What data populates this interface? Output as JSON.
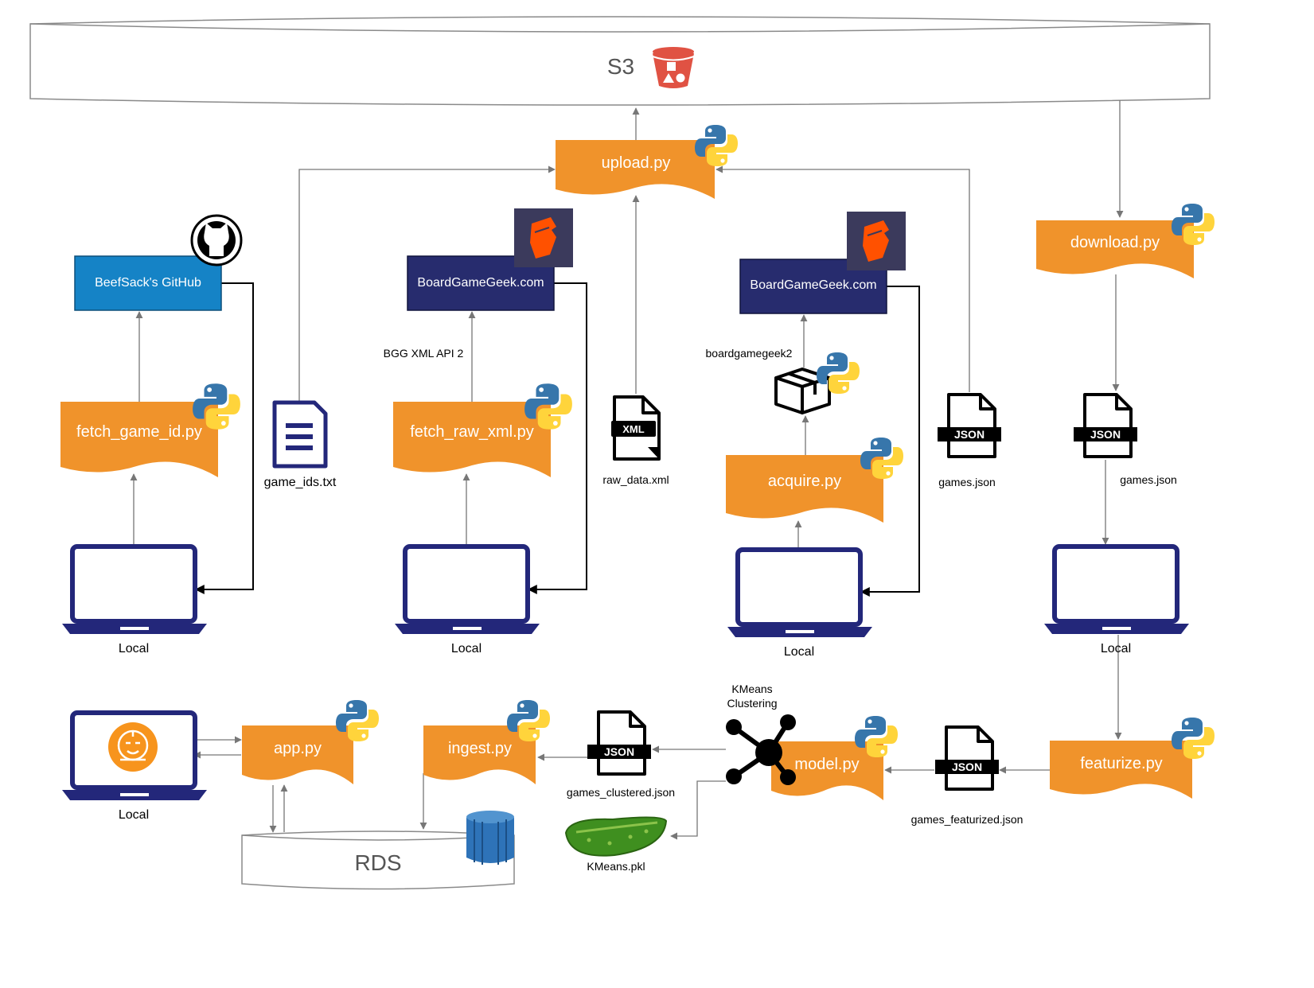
{
  "storage": {
    "s3_label": "S3",
    "rds_label": "RDS"
  },
  "scripts": {
    "upload": "upload.py",
    "download": "download.py",
    "fetch_game_id": "fetch_game_id.py",
    "fetch_raw_xml": "fetch_raw_xml.py",
    "acquire": "acquire.py",
    "app": "app.py",
    "ingest": "ingest.py",
    "model": "model.py",
    "featurize": "featurize.py"
  },
  "sources": {
    "github": "BeefSack's GitHub",
    "bgg_1": "BoardGameGeek.com",
    "bgg_2": "BoardGameGeek.com"
  },
  "edge_labels": {
    "bgg_xml_api": "BGG XML API 2",
    "boardgamegeek2": "boardgamegeek2",
    "kmeans": "KMeans",
    "clustering": "Clustering"
  },
  "files": {
    "game_ids": "game_ids.txt",
    "raw_data": "raw_data.xml",
    "games_json_1": "games.json",
    "games_json_2": "games.json",
    "games_clustered": "games_clustered.json",
    "games_featurized": "games_featurized.json",
    "kmeans_pkl": "KMeans.pkl"
  },
  "file_badges": {
    "xml": "XML",
    "json": "JSON"
  },
  "locals": {
    "local_1": "Local",
    "local_2": "Local",
    "local_3": "Local",
    "local_4": "Local",
    "local_5": "Local"
  },
  "icons": {
    "python": "python-icon",
    "github": "github-icon",
    "bgg": "boardgamegeek-icon",
    "s3": "s3-bucket-icon",
    "rds": "rds-icon",
    "laptop": "laptop-icon",
    "document": "document-icon",
    "package": "package-icon",
    "cluster": "cluster-icon",
    "pickle": "pickle-icon",
    "app_logo": "app-logo-icon"
  },
  "colors": {
    "script_orange": "#f0932b",
    "github_blue": "#1583c6",
    "bgg_navy": "#272c6e",
    "laptop_navy": "#23277a",
    "arrow_gray": "#777777",
    "arrow_black": "#000000",
    "s3_red": "#e05243",
    "rds_blue": "#2e73b8",
    "python_blue": "#3776ab",
    "python_yellow": "#ffd43b"
  }
}
